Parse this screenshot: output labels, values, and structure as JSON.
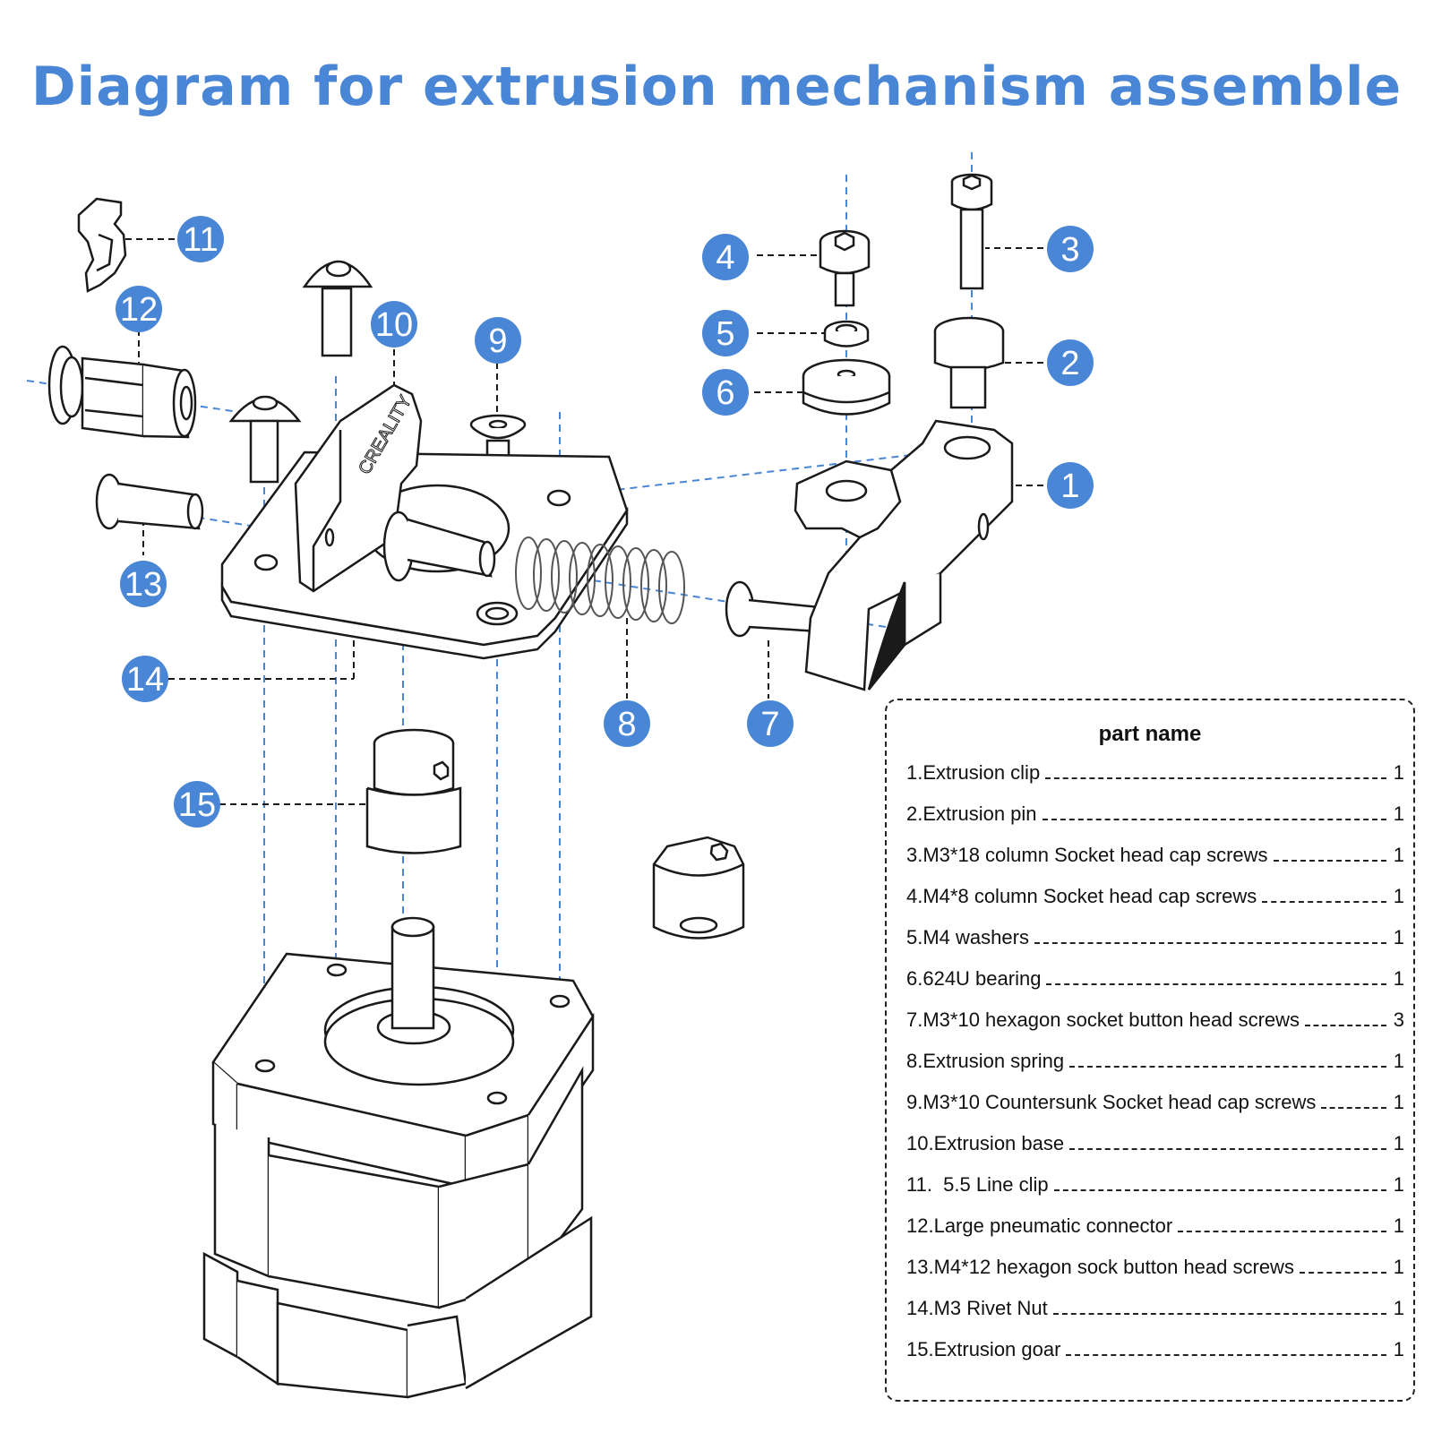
{
  "title": "Diagram for extrusion mechanism assemble",
  "colors": {
    "accent": "#4a86d6",
    "line": "#1a1a1a",
    "guide": "#4a86d6"
  },
  "callouts": [
    {
      "label": "1",
      "part": "Extrusion clip"
    },
    {
      "label": "2",
      "part": "Extrusion pin"
    },
    {
      "label": "3",
      "part": "M3*18 column Socket head cap screws"
    },
    {
      "label": "4",
      "part": "M4*8 column Socket head cap screws"
    },
    {
      "label": "5",
      "part": "M4 washers"
    },
    {
      "label": "6",
      "part": "624U bearing"
    },
    {
      "label": "7",
      "part": "M3*10 hexagon socket button head screws"
    },
    {
      "label": "8",
      "part": "Extrusion spring"
    },
    {
      "label": "9",
      "part": "M3*10 Countersunk Socket head cap screws"
    },
    {
      "label": "10",
      "part": "Extrusion base"
    },
    {
      "label": "11",
      "part": "5.5 Line clip"
    },
    {
      "label": "12",
      "part": "Large pneumatic connector"
    },
    {
      "label": "13",
      "part": "M4*12 hexagon sock button head screws"
    },
    {
      "label": "14",
      "part": "M3 Rivet Nut"
    },
    {
      "label": "15",
      "part": "Extrusion goar"
    }
  ],
  "parts_table": {
    "title": "part name",
    "rows": [
      {
        "name": "1.Extrusion clip",
        "qty": "1"
      },
      {
        "name": "2.Extrusion pin",
        "qty": "1"
      },
      {
        "name": "3.M3*18 column Socket head cap screws",
        "qty": "1"
      },
      {
        "name": "4.M4*8 column Socket head cap screws",
        "qty": "1"
      },
      {
        "name": "5.M4 washers",
        "qty": "1"
      },
      {
        "name": "6.624U bearing",
        "qty": "1"
      },
      {
        "name": "7.M3*10 hexagon socket button head screws",
        "qty": "3"
      },
      {
        "name": "8.Extrusion spring",
        "qty": "1"
      },
      {
        "name": "9.M3*10 Countersunk Socket head cap screws",
        "qty": "1"
      },
      {
        "name": "10.Extrusion base",
        "qty": "1"
      },
      {
        "name": "11.  5.5 Line clip",
        "qty": "1"
      },
      {
        "name": "12.Large pneumatic connector",
        "qty": "1"
      },
      {
        "name": "13.M4*12 hexagon sock button head screws",
        "qty": "1"
      },
      {
        "name": "14.M3 Rivet Nut",
        "qty": "1"
      },
      {
        "name": "15.Extrusion goar",
        "qty": "1"
      }
    ]
  },
  "logo_text": "CREALITY"
}
